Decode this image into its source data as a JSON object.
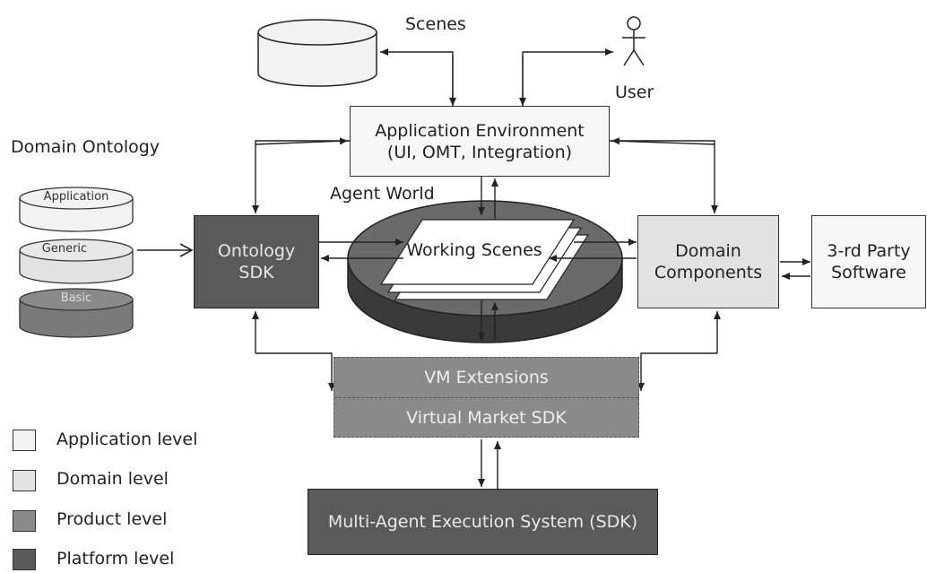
{
  "labels": {
    "scenes": "Scenes",
    "user": "User",
    "domain_ontology": "Domain Ontology",
    "agent_world": "Agent World"
  },
  "ontology_layers": {
    "application": "Application",
    "generic": "Generic",
    "basic": "Basic"
  },
  "boxes": {
    "app_env": "Application Environment\n(UI, OMT, Integration)",
    "ontology_sdk": "Ontology\nSDK",
    "working_scenes": "Working Scenes",
    "domain_components": "Domain\nComponents",
    "third_party": "3-rd Party\nSoftware",
    "vm_extensions": "VM Extensions",
    "virtual_market_sdk": "Virtual Market SDK",
    "multi_agent": "Multi-Agent Execution System (SDK)"
  },
  "legend": [
    {
      "label": "Application level",
      "color": "#f2f2f2"
    },
    {
      "label": "Domain level",
      "color": "#e2e2e2"
    },
    {
      "label": "Product level",
      "color": "#8a8a8a"
    },
    {
      "label": "Platform level",
      "color": "#5a5a5a"
    }
  ],
  "colors": {
    "application_level": "#f2f2f2",
    "domain_level": "#e2e2e2",
    "product_level": "#8a8a8a",
    "platform_level": "#5a5a5a"
  }
}
